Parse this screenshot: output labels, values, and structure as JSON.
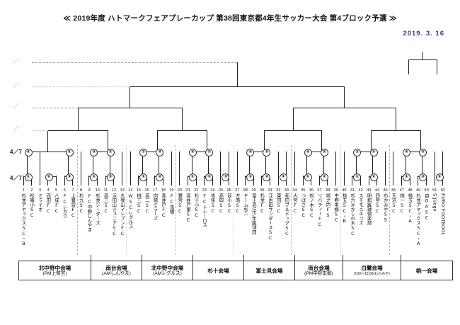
{
  "header": {
    "title": "≪ 2019年度  ハトマークフェアプレーカップ 第38回東京都4年生サッカー大会 第4ブロック予選 ≫",
    "date": "2019. 3. 16"
  },
  "round_labels": [
    {
      "text": "／",
      "faint": true
    },
    {
      "text": "／",
      "faint": true
    },
    {
      "text": "／",
      "faint": true
    },
    {
      "text": "／",
      "faint": true
    },
    {
      "text": "4／7",
      "faint": false
    },
    {
      "text": "4／7",
      "faint": false
    }
  ],
  "seeds_upper": [
    "④",
    "⑤",
    "④",
    "③",
    "②",
    "④",
    "④",
    "⑤",
    "④",
    "⑤",
    "④",
    "③",
    "②",
    "④",
    "④",
    "⑤"
  ],
  "seeds_lower": [
    "①",
    "②",
    "③",
    "①",
    "②",
    "①",
    "②",
    "①",
    "②",
    "③",
    "①",
    "②",
    "③",
    "①",
    "②",
    "①",
    "②",
    "①",
    "②",
    "③"
  ],
  "teams": [
    {
      "no": "1",
      "name": "杉並アヤックスSC・B",
      "latin": false
    },
    {
      "no": "2",
      "name": "松庵小SC",
      "latin": false
    },
    {
      "no": "3",
      "name": "ミライオ",
      "latin": false
    },
    {
      "no": "4",
      "name": "西田FC",
      "latin": false
    },
    {
      "no": "5",
      "name": "八成FC",
      "latin": false
    },
    {
      "no": "6",
      "name": "FCレガウ",
      "latin": false
    },
    {
      "no": "7",
      "name": "上鷺宮FC",
      "latin": false
    },
    {
      "no": "8",
      "name": "杉九SC",
      "latin": false
    },
    {
      "no": "9",
      "name": "FC中野しんやま",
      "latin": false
    },
    {
      "no": "10",
      "name": "杉並シーダーズ",
      "latin": false
    },
    {
      "no": "11",
      "name": "高三SC",
      "latin": false
    },
    {
      "no": "12",
      "name": "浜田山ジュニアSC",
      "latin": false
    },
    {
      "no": "13",
      "name": "久我山イレブンFC",
      "latin": false
    },
    {
      "no": "14",
      "name": "WSCレグルス",
      "latin": false
    },
    {
      "no": "15",
      "name": "桃三SC",
      "latin": false
    },
    {
      "no": "16",
      "name": "高二SC",
      "latin": false
    },
    {
      "no": "17",
      "name": "向陽ミラーズ",
      "latin": false
    },
    {
      "no": "18",
      "name": "髙井戸FC",
      "latin": false
    },
    {
      "no": "19",
      "name": "FC馬橋",
      "latin": false
    },
    {
      "no": "20",
      "name": "鷺宮SC",
      "latin": false
    },
    {
      "no": "21",
      "name": "高井戸東SC",
      "latin": false
    },
    {
      "no": "22",
      "name": "杉十小SC",
      "latin": false
    },
    {
      "no": "23",
      "name": "FCトレーロス",
      "latin": false
    },
    {
      "no": "24",
      "name": "沓掛SC",
      "latin": false
    },
    {
      "no": "25",
      "name": "高四SC",
      "latin": false
    },
    {
      "no": "26",
      "name": "荻小SC",
      "latin": false
    },
    {
      "no": "27",
      "name": "方南SC",
      "latin": false
    },
    {
      "no": "28",
      "name": "チーム杉二",
      "latin": false
    },
    {
      "no": "29",
      "name": "富士見丘少年蹴球団",
      "latin": false
    },
    {
      "no": "30",
      "name": "杉並FC",
      "latin": false
    },
    {
      "no": "31",
      "name": "江古田サンダースSC",
      "latin": false
    },
    {
      "no": "32",
      "name": "東田SC",
      "latin": false
    },
    {
      "no": "33",
      "name": "和田ブルドッグSC",
      "latin": false
    },
    {
      "no": "34",
      "name": "大宮FC",
      "latin": false
    },
    {
      "no": "35",
      "name": "つばさSC",
      "latin": false
    },
    {
      "no": "36",
      "name": "松ノ木SC",
      "latin": false
    },
    {
      "no": "37",
      "name": "リバティーFC",
      "latin": false
    },
    {
      "no": "38",
      "name": "堀之内FS",
      "latin": false
    },
    {
      "no": "39",
      "name": "中野本郷SC",
      "latin": false
    },
    {
      "no": "40",
      "name": "桃五SC・B",
      "latin": false
    },
    {
      "no": "41",
      "name": "杉六かかしの木SC",
      "latin": false
    },
    {
      "no": "42",
      "name": "スモモニキッズ",
      "latin": false
    },
    {
      "no": "43",
      "name": "明和蹴球倶楽部",
      "latin": false
    },
    {
      "no": "44",
      "name": "四宮SC",
      "latin": false
    },
    {
      "no": "45",
      "name": "わかみやSS",
      "latin": false
    },
    {
      "no": "46",
      "name": "天沼SC",
      "latin": false
    },
    {
      "no": "47",
      "name": "桃一SC",
      "latin": false
    },
    {
      "no": "48",
      "name": "桃五SC・A",
      "latin": false
    },
    {
      "no": "49",
      "name": "杉並アヤックスSC・A",
      "latin": false
    },
    {
      "no": "50",
      "name": "自OASC",
      "latin": false
    },
    {
      "no": "51",
      "name": "S.Juego",
      "latin": true
    },
    {
      "no": "52",
      "name": "EURO FOOTBOOL",
      "latin": true
    }
  ],
  "venues": [
    {
      "line1": "北中野中会場",
      "line2": "(PM上鷺宮)",
      "tiny": false
    },
    {
      "line1": "南台会場",
      "line2": "(AMしんやま)",
      "tiny": false
    },
    {
      "line1": "北中野中会場",
      "line2": "(AMレグルス)",
      "tiny": false
    },
    {
      "line1": "杉十会場",
      "line2": "",
      "tiny": false
    },
    {
      "line1": "富士見会場",
      "line2": "",
      "tiny": false
    },
    {
      "line1": "南台会場",
      "line2": "(PM中野本郷)",
      "tiny": false
    },
    {
      "line1": "白鷺会場",
      "line2": "9:00〜13:00(わかみや)",
      "tiny": true
    },
    {
      "line1": "桃一会場",
      "line2": "",
      "tiny": false
    }
  ]
}
